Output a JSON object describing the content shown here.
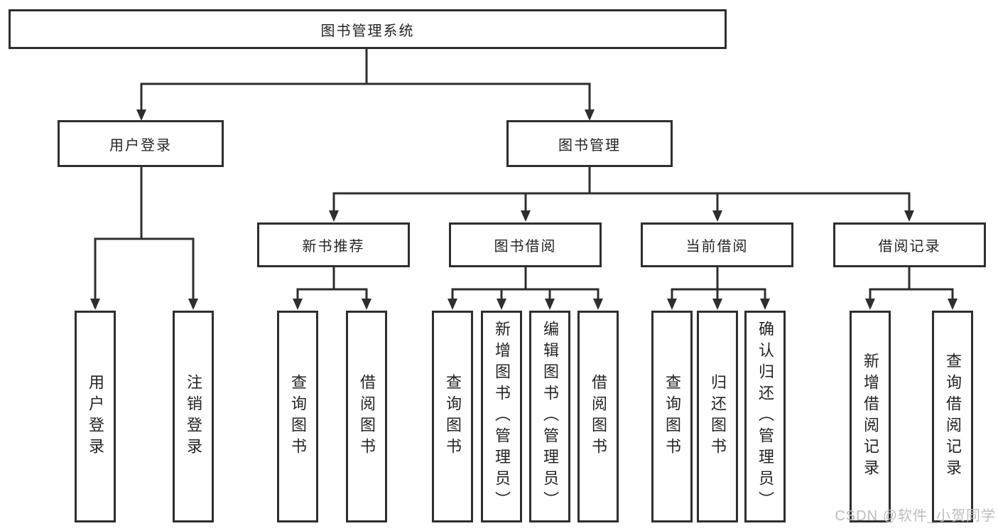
{
  "tree": {
    "label": "图书管理系统",
    "children": [
      {
        "label": "用户登录",
        "children": [
          {
            "label": "用户登录"
          },
          {
            "label": "注销登录"
          }
        ]
      },
      {
        "label": "图书管理",
        "children": [
          {
            "label": "新书推荐",
            "children": [
              {
                "label": "查询图书"
              },
              {
                "label": "借阅图书"
              }
            ]
          },
          {
            "label": "图书借阅",
            "children": [
              {
                "label": "查询图书"
              },
              {
                "label": "新增图书（管理员）"
              },
              {
                "label": "编辑图书（管理员）"
              },
              {
                "label": "借阅图书"
              }
            ]
          },
          {
            "label": "当前借阅",
            "children": [
              {
                "label": "查询图书"
              },
              {
                "label": "归还图书"
              },
              {
                "label": "确认归还（管理员）"
              }
            ]
          },
          {
            "label": "借阅记录",
            "children": [
              {
                "label": "新增借阅记录"
              },
              {
                "label": "查询借阅记录"
              }
            ]
          }
        ]
      }
    ]
  },
  "watermark": "CSDN @软件_小贺同学",
  "colors": {
    "stroke": "#2e2e2e",
    "text": "#242424",
    "background": "#ffffff",
    "watermark": "#bdbdbd"
  }
}
